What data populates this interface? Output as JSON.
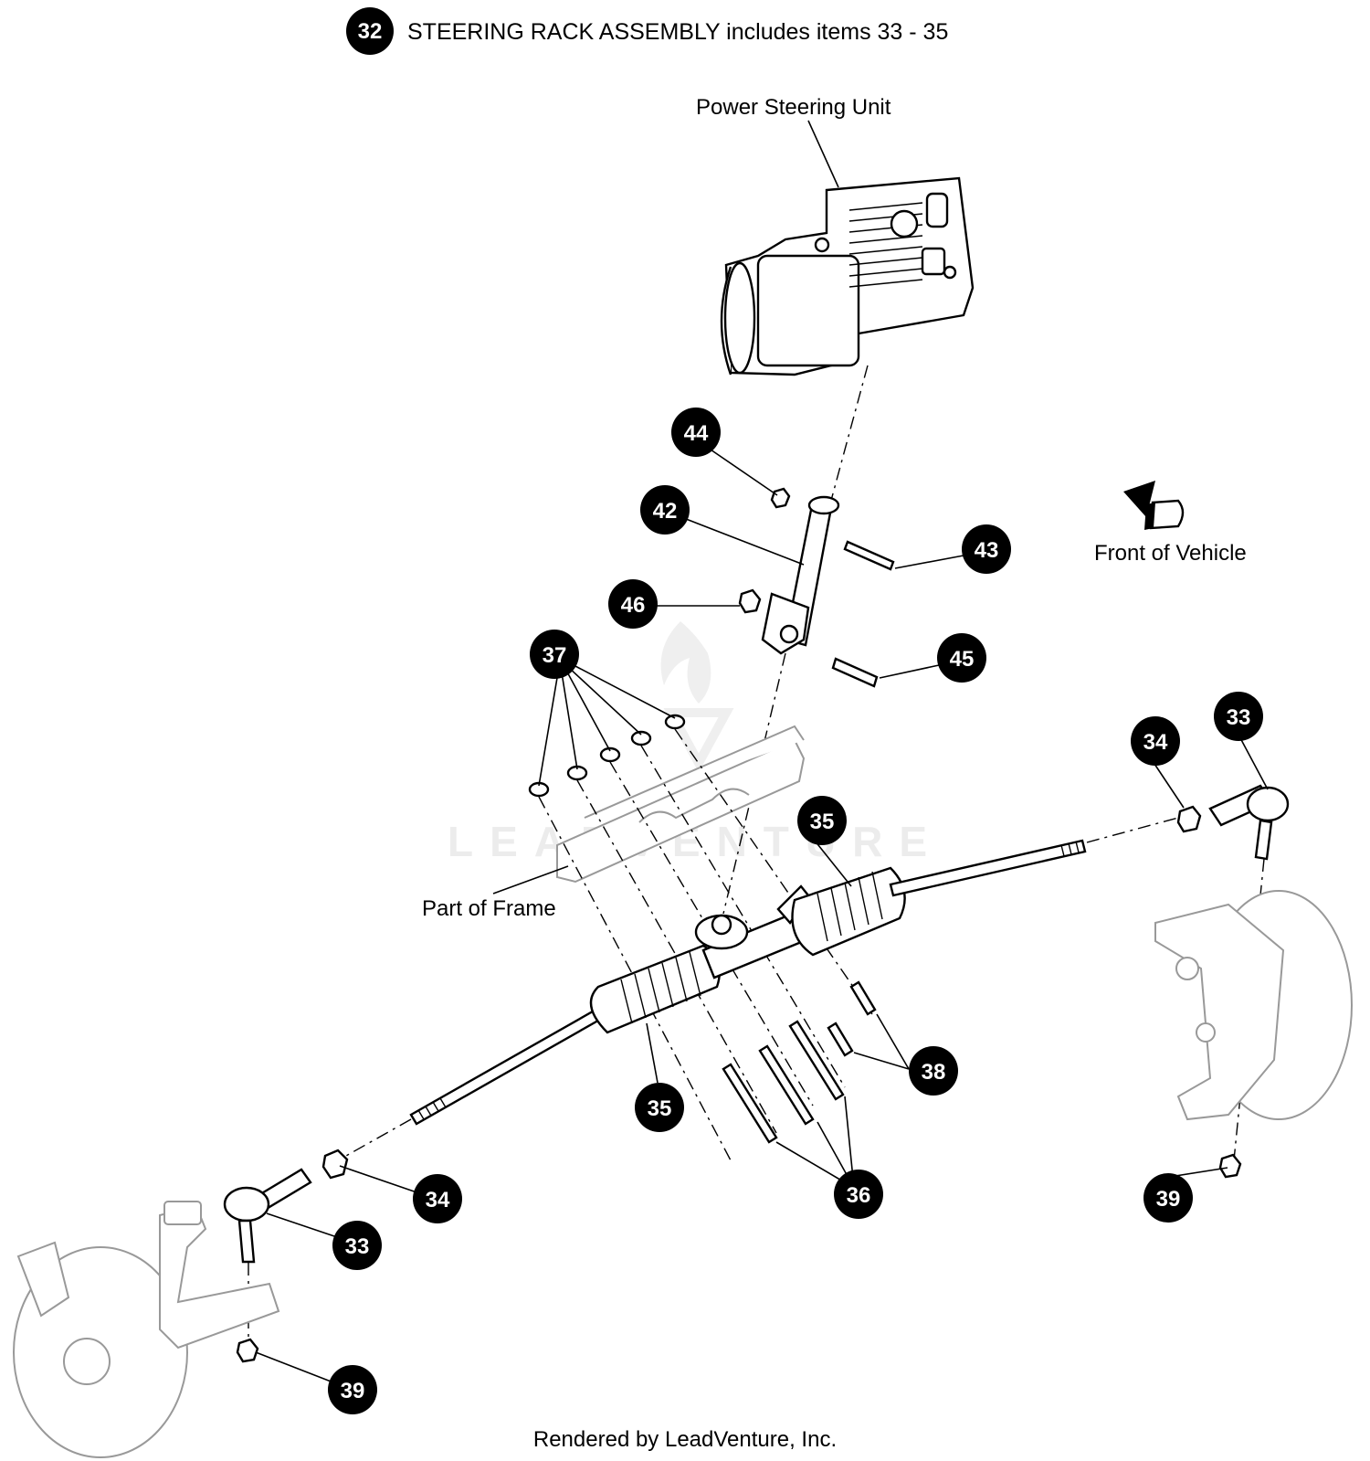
{
  "title": {
    "number": "32",
    "text": "STEERING RACK ASSEMBLY includes items 33 - 35"
  },
  "labels": {
    "power_steering_unit": "Power Steering Unit",
    "front_of_vehicle": "Front of Vehicle",
    "part_of_frame": "Part of Frame"
  },
  "watermark": "LEADVENTURE",
  "footer": "Rendered by LeadVenture, Inc.",
  "callouts": {
    "c44": "44",
    "c42": "42",
    "c43": "43",
    "c46": "46",
    "c45": "45",
    "c37": "37",
    "c34_right": "34",
    "c33_right": "33",
    "c35_upper": "35",
    "c35_lower": "35",
    "c38": "38",
    "c36": "36",
    "c34_left": "34",
    "c33_left": "33",
    "c39_right": "39",
    "c39_left": "39"
  },
  "colors": {
    "callout_fill": "#000000",
    "callout_text": "#ffffff",
    "line_art": "#000000",
    "ghost_art": "#999999"
  },
  "icons": [
    "front-direction-arrow-icon"
  ]
}
